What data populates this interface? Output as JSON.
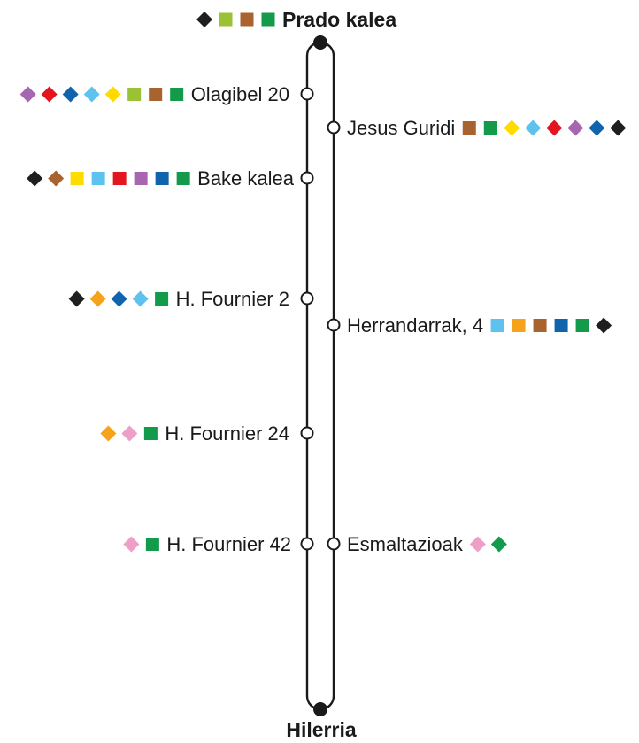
{
  "colors": {
    "black": "#1f1f1f",
    "lime": "#9bc135",
    "brown": "#a8632e",
    "green": "#139a4a",
    "purple": "#a766b1",
    "red": "#e3151f",
    "blue": "#0f64ad",
    "sky": "#5ec2ee",
    "yellow": "#ffdb00",
    "orange": "#f5a31a",
    "pink": "#ee9fc7"
  },
  "termini": {
    "top": {
      "name": "Prado kalea",
      "lines": [
        {
          "shape": "diamond",
          "color": "black"
        },
        {
          "shape": "square",
          "color": "lime"
        },
        {
          "shape": "square",
          "color": "brown"
        },
        {
          "shape": "square",
          "color": "green"
        }
      ]
    },
    "bottom": {
      "name": "Hilerria",
      "lines": []
    }
  },
  "stops": [
    {
      "name": "Olagibel 20",
      "side": "left",
      "lines": [
        {
          "shape": "diamond",
          "color": "purple"
        },
        {
          "shape": "diamond",
          "color": "red"
        },
        {
          "shape": "diamond",
          "color": "blue"
        },
        {
          "shape": "diamond",
          "color": "sky"
        },
        {
          "shape": "diamond",
          "color": "yellow"
        },
        {
          "shape": "square",
          "color": "lime"
        },
        {
          "shape": "square",
          "color": "brown"
        },
        {
          "shape": "square",
          "color": "green"
        }
      ]
    },
    {
      "name": "Jesus Guridi",
      "side": "right",
      "lines": [
        {
          "shape": "square",
          "color": "brown"
        },
        {
          "shape": "square",
          "color": "green"
        },
        {
          "shape": "diamond",
          "color": "yellow"
        },
        {
          "shape": "diamond",
          "color": "sky"
        },
        {
          "shape": "diamond",
          "color": "red"
        },
        {
          "shape": "diamond",
          "color": "purple"
        },
        {
          "shape": "diamond",
          "color": "blue"
        },
        {
          "shape": "diamond",
          "color": "black"
        }
      ]
    },
    {
      "name": "Bake kalea",
      "side": "left",
      "lines": [
        {
          "shape": "diamond",
          "color": "black"
        },
        {
          "shape": "diamond",
          "color": "brown"
        },
        {
          "shape": "square",
          "color": "yellow"
        },
        {
          "shape": "square",
          "color": "sky"
        },
        {
          "shape": "square",
          "color": "red"
        },
        {
          "shape": "square",
          "color": "purple"
        },
        {
          "shape": "square",
          "color": "blue"
        },
        {
          "shape": "square",
          "color": "green"
        }
      ]
    },
    {
      "name": "H. Fournier 2",
      "side": "left",
      "lines": [
        {
          "shape": "diamond",
          "color": "black"
        },
        {
          "shape": "diamond",
          "color": "orange"
        },
        {
          "shape": "diamond",
          "color": "blue"
        },
        {
          "shape": "diamond",
          "color": "sky"
        },
        {
          "shape": "square",
          "color": "green"
        }
      ]
    },
    {
      "name": "Herrandarrak, 4",
      "side": "right",
      "lines": [
        {
          "shape": "square",
          "color": "sky"
        },
        {
          "shape": "square",
          "color": "orange"
        },
        {
          "shape": "square",
          "color": "brown"
        },
        {
          "shape": "square",
          "color": "blue"
        },
        {
          "shape": "square",
          "color": "green"
        },
        {
          "shape": "diamond",
          "color": "black"
        }
      ]
    },
    {
      "name": "H. Fournier 24",
      "side": "left",
      "lines": [
        {
          "shape": "diamond",
          "color": "orange"
        },
        {
          "shape": "diamond",
          "color": "pink"
        },
        {
          "shape": "square",
          "color": "green"
        }
      ]
    },
    {
      "name": "H. Fournier 42",
      "side": "left",
      "lines": [
        {
          "shape": "diamond",
          "color": "pink"
        },
        {
          "shape": "square",
          "color": "green"
        }
      ]
    },
    {
      "name": "Esmaltazioak",
      "side": "right",
      "lines": [
        {
          "shape": "diamond",
          "color": "pink"
        },
        {
          "shape": "diamond",
          "color": "green"
        }
      ]
    }
  ]
}
